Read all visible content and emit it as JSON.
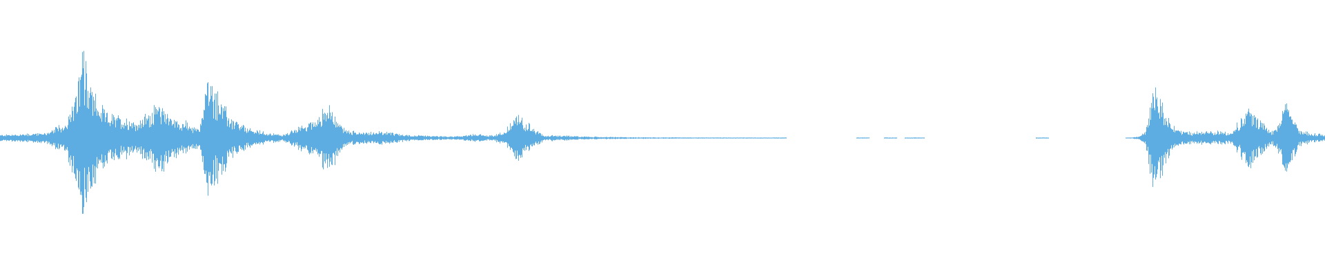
{
  "waveform": {
    "color": "#5dade2",
    "background": "#ffffff",
    "envelope": [
      [
        0,
        0.04
      ],
      [
        3,
        0.05
      ],
      [
        5,
        0.06
      ],
      [
        7,
        0.07
      ],
      [
        8,
        0.13
      ],
      [
        9,
        0.16
      ],
      [
        10,
        0.3
      ],
      [
        11,
        0.52
      ],
      [
        12,
        1.0
      ],
      [
        13,
        0.7
      ],
      [
        14,
        0.45
      ],
      [
        15,
        0.35
      ],
      [
        16,
        0.3
      ],
      [
        17,
        0.25
      ],
      [
        18,
        0.26
      ],
      [
        19,
        0.24
      ],
      [
        20,
        0.2
      ],
      [
        21,
        0.28
      ],
      [
        22,
        0.35
      ],
      [
        23,
        0.42
      ],
      [
        24,
        0.35
      ],
      [
        25,
        0.26
      ],
      [
        26,
        0.22
      ],
      [
        27,
        0.2
      ],
      [
        28,
        0.12
      ],
      [
        29,
        0.18
      ],
      [
        30,
        0.78
      ],
      [
        31,
        0.56
      ],
      [
        32,
        0.48
      ],
      [
        33,
        0.3
      ],
      [
        34,
        0.2
      ],
      [
        35,
        0.16
      ],
      [
        36,
        0.12
      ],
      [
        37,
        0.1
      ],
      [
        38,
        0.08
      ],
      [
        39,
        0.06
      ],
      [
        40,
        0.05
      ],
      [
        41,
        0.04
      ],
      [
        42,
        0.08
      ],
      [
        43,
        0.12
      ],
      [
        44,
        0.18
      ],
      [
        45,
        0.22
      ],
      [
        46,
        0.26
      ],
      [
        47,
        0.38
      ],
      [
        48,
        0.42
      ],
      [
        49,
        0.2
      ],
      [
        50,
        0.12
      ],
      [
        51,
        0.08
      ],
      [
        52,
        0.08
      ],
      [
        53,
        0.07
      ],
      [
        54,
        0.08
      ],
      [
        55,
        0.08
      ],
      [
        56,
        0.07
      ],
      [
        57,
        0.06
      ],
      [
        58,
        0.05
      ],
      [
        59,
        0.04
      ],
      [
        60,
        0.035
      ],
      [
        61,
        0.03
      ],
      [
        62,
        0.028
      ],
      [
        63,
        0.025
      ],
      [
        64,
        0.024
      ],
      [
        65,
        0.022
      ],
      [
        66,
        0.02
      ],
      [
        67,
        0.03
      ],
      [
        68,
        0.04
      ],
      [
        69,
        0.05
      ],
      [
        70,
        0.04
      ],
      [
        71,
        0.03
      ],
      [
        72,
        0.05
      ],
      [
        73,
        0.08
      ],
      [
        74,
        0.18
      ],
      [
        75,
        0.3
      ],
      [
        76,
        0.22
      ],
      [
        77,
        0.14
      ],
      [
        78,
        0.08
      ],
      [
        79,
        0.03
      ],
      [
        80,
        0.035
      ],
      [
        81,
        0.03
      ],
      [
        82,
        0.035
      ],
      [
        83,
        0.025
      ],
      [
        84,
        0.02
      ],
      [
        85,
        0.018
      ],
      [
        86,
        0.016
      ],
      [
        87,
        0.014
      ],
      [
        88,
        0.013
      ],
      [
        89,
        0.012
      ],
      [
        90,
        0.011
      ],
      [
        91,
        0.01
      ],
      [
        92,
        0.01
      ],
      [
        93,
        0.01
      ],
      [
        94,
        0.009
      ],
      [
        95,
        0.009
      ],
      [
        96,
        0.008
      ],
      [
        97,
        0.008
      ],
      [
        98,
        0.008
      ],
      [
        99,
        0.007
      ],
      [
        100,
        0.007
      ],
      [
        101,
        0.007
      ],
      [
        102,
        0.006
      ],
      [
        103,
        0.006
      ],
      [
        104,
        0.006
      ],
      [
        105,
        0.006
      ],
      [
        106,
        0.005
      ],
      [
        107,
        0.005
      ],
      [
        108,
        0.005
      ],
      [
        109,
        0.005
      ],
      [
        110,
        0.004
      ],
      [
        111,
        0.004
      ],
      [
        112,
        0.004
      ],
      [
        113,
        0.004
      ],
      [
        114,
        0.0
      ],
      [
        124,
        0.0
      ],
      [
        125,
        0.005
      ],
      [
        126,
        0.0
      ],
      [
        127,
        0.0
      ],
      [
        128,
        0.0
      ],
      [
        129,
        0.006
      ],
      [
        130,
        0.0
      ],
      [
        131,
        0.0
      ],
      [
        132,
        0.005
      ],
      [
        133,
        0.005
      ],
      [
        134,
        0.0
      ],
      [
        150,
        0.0
      ],
      [
        151,
        0.006
      ],
      [
        152,
        0.0
      ],
      [
        163,
        0.0
      ],
      [
        164,
        0.006
      ],
      [
        165,
        0.02
      ],
      [
        166,
        0.08
      ],
      [
        167,
        0.65
      ],
      [
        168,
        0.55
      ],
      [
        169,
        0.3
      ],
      [
        170,
        0.14
      ],
      [
        171,
        0.1
      ],
      [
        172,
        0.08
      ],
      [
        173,
        0.07
      ],
      [
        174,
        0.08
      ],
      [
        175,
        0.08
      ],
      [
        176,
        0.07
      ],
      [
        177,
        0.1
      ],
      [
        178,
        0.06
      ],
      [
        179,
        0.15
      ],
      [
        180,
        0.26
      ],
      [
        181,
        0.4
      ],
      [
        182,
        0.3
      ],
      [
        183,
        0.2
      ],
      [
        184,
        0.08
      ],
      [
        185,
        0.12
      ],
      [
        186,
        0.4
      ],
      [
        187,
        0.38
      ],
      [
        188,
        0.12
      ],
      [
        189,
        0.08
      ],
      [
        190,
        0.06
      ],
      [
        191,
        0.05
      ],
      [
        192,
        0.04
      ]
    ]
  }
}
